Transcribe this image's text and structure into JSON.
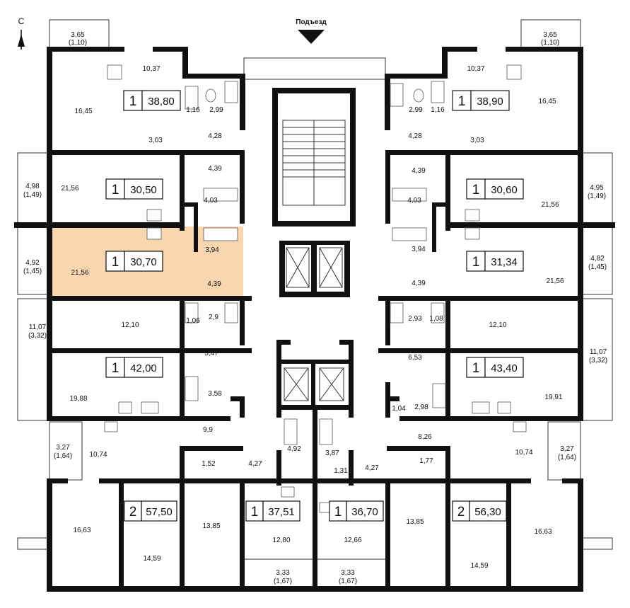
{
  "compass": {
    "label": "С"
  },
  "entrance": {
    "label": "Подъезд"
  },
  "highlight_color": "#f8d7b0",
  "apartments": [
    {
      "id": "nw-1",
      "rooms": "1",
      "area": "38,80",
      "highlighted": false
    },
    {
      "id": "ne-1",
      "rooms": "1",
      "area": "38,90",
      "highlighted": false
    },
    {
      "id": "w-2",
      "rooms": "1",
      "area": "30,50",
      "highlighted": false
    },
    {
      "id": "e-2",
      "rooms": "1",
      "area": "30,60",
      "highlighted": false
    },
    {
      "id": "w-3",
      "rooms": "1",
      "area": "30,70",
      "highlighted": true
    },
    {
      "id": "e-3",
      "rooms": "1",
      "area": "31,34",
      "highlighted": false
    },
    {
      "id": "w-4",
      "rooms": "1",
      "area": "42,00",
      "highlighted": false
    },
    {
      "id": "e-4",
      "rooms": "1",
      "area": "43,40",
      "highlighted": false
    },
    {
      "id": "sw-2r",
      "rooms": "2",
      "area": "57,50",
      "highlighted": false
    },
    {
      "id": "s-1a",
      "rooms": "1",
      "area": "37,51",
      "highlighted": false
    },
    {
      "id": "s-1b",
      "rooms": "1",
      "area": "36,70",
      "highlighted": false
    },
    {
      "id": "se-2r",
      "rooms": "2",
      "area": "56,30",
      "highlighted": false
    }
  ],
  "room_labels": [
    "3,65",
    "(1,10)",
    "3,65",
    "(1,10)",
    "10,37",
    "16,45",
    "1,16",
    "2,99",
    "4,28",
    "3,03",
    "10,37",
    "16,45",
    "2,99",
    "1,16",
    "4,28",
    "3,03",
    "4,39",
    "4,98",
    "(1,49)",
    "21,56",
    "4,03",
    "4,39",
    "4,03",
    "4,95",
    "(1,49)",
    "21,56",
    "3,94",
    "4,92",
    "(1,45)",
    "21,56",
    "4,39",
    "3,94",
    "4,82",
    "(1,45)",
    "21,56",
    "4,39",
    "11,07",
    "(3,32)",
    "12,10",
    "1,06",
    "2,9",
    "5,47",
    "2,93",
    "1,08",
    "12,10",
    "6,53",
    "11,07",
    "(3,32)",
    "19,88",
    "3,58",
    "9,9",
    "1,04",
    "2,98",
    "19,91",
    "8,26",
    "3,27",
    "(1,64)",
    "10,74",
    "1,52",
    "4,27",
    "4,92",
    "3,87",
    "1,31",
    "4,27",
    "1,77",
    "10,74",
    "3,27",
    "(1,64)",
    "16,63",
    "14,59",
    "13,85",
    "12,80",
    "12,66",
    "13,85",
    "14,59",
    "16,63",
    "3,33",
    "(1,67)",
    "3,33",
    "(1,67)"
  ]
}
